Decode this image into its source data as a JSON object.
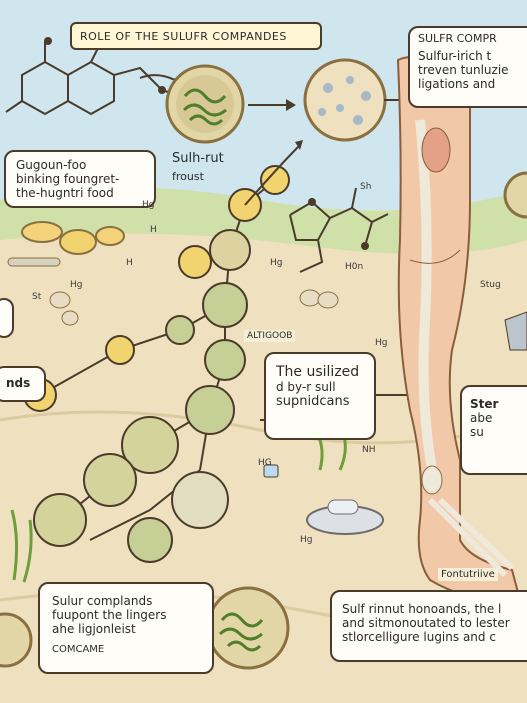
{
  "title_banner": "ROLE OF THE SULUFR COMPANDES",
  "top_right_heading": "SULFR COMPR",
  "top_right_box": [
    "Sulfur-irich t",
    "treven tunluzie",
    "ligations and"
  ],
  "left_upper_box": [
    "Gugoun-foo",
    "binking foungret-",
    "the-hugntri food"
  ],
  "sulfur_rut_label": [
    "Sulh-rut",
    "froust"
  ],
  "center_caption": [
    "The usilized",
    "d by-r sull",
    "supnidcans"
  ],
  "left_mid_label": "nds",
  "right_mid_box": [
    "Ster",
    "abe",
    "su"
  ],
  "altiroob_label": "ALTIGOOB",
  "bottom_left_box": [
    "Sulur complands",
    "fuupont the lingers",
    "ahe ligjonleist"
  ],
  "bottom_left_sub": "COMCAME",
  "bottom_right_box": [
    "Sulf rinnut honoands, the l",
    "and sitmonoutated to lester",
    "stlorcelligure lugins and c"
  ],
  "fonturive_label": "Fontutriive",
  "tiny_labels": [
    "Sh",
    "Hg",
    "Hg",
    "H0n",
    "H",
    "H",
    "St",
    "Hg",
    "Stug",
    "Hg",
    "HG",
    "NH",
    "Hg"
  ],
  "colors": {
    "sky": "#cfe6ef",
    "ground": "#efe1bf",
    "grass": "#bcd99a",
    "cell_outer": "#e3d6a6",
    "cell_inner": "#6f9a3a",
    "arrow": "#4a3b2a",
    "skin": "#f2c9a8",
    "bone": "#efe9dc",
    "text": "#2b2b2b"
  }
}
